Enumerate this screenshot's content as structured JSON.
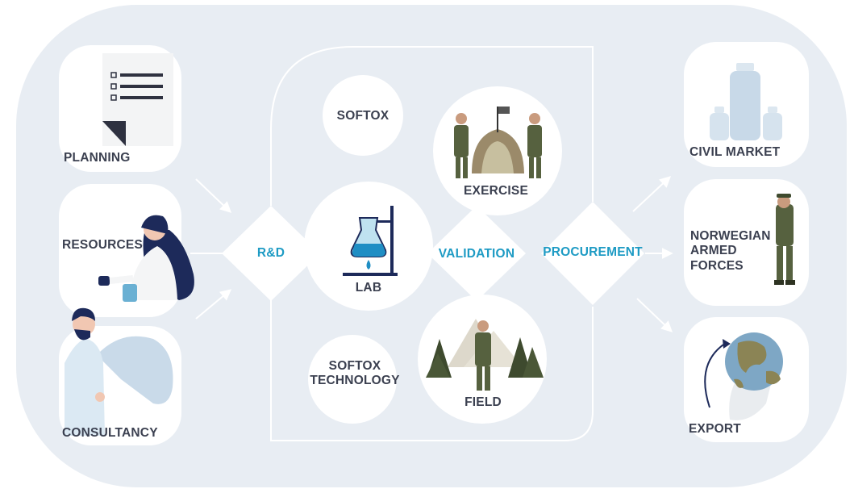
{
  "inputs": {
    "planning": "PLANNING",
    "resources": "RESOURCES",
    "consultancy": "CONSULTANCY"
  },
  "process": {
    "rnd": "R&D",
    "validation": "VALIDATION",
    "procurement": "PROCUREMENT"
  },
  "stages": {
    "softox": "SOFTOX",
    "lab": "LAB",
    "exercise": "EXERCISE",
    "softox_technology_line1": "SOFTOX",
    "softox_technology_line2": "TECHNOLOGY",
    "field": "FIELD"
  },
  "outputs": {
    "civil_market": "CIVIL MARKET",
    "armed_forces_line1": "NORWEGIAN",
    "armed_forces_line2": "ARMED",
    "armed_forces_line3": "FORCES",
    "export": "EXPORT"
  },
  "colors": {
    "background_panel": "#e8edf3",
    "accent_blue": "#1e9bc4",
    "text_dark": "#3b4050",
    "uniform_green": "#56613f",
    "globe_blue": "#7ea7c5"
  },
  "icons": [
    "document-icon",
    "scientist-icon",
    "consultant-icon",
    "flask-icon",
    "soldiers-tent-icon",
    "soldier-forest-icon",
    "bottles-icon",
    "soldier-icon",
    "globe-icon"
  ]
}
